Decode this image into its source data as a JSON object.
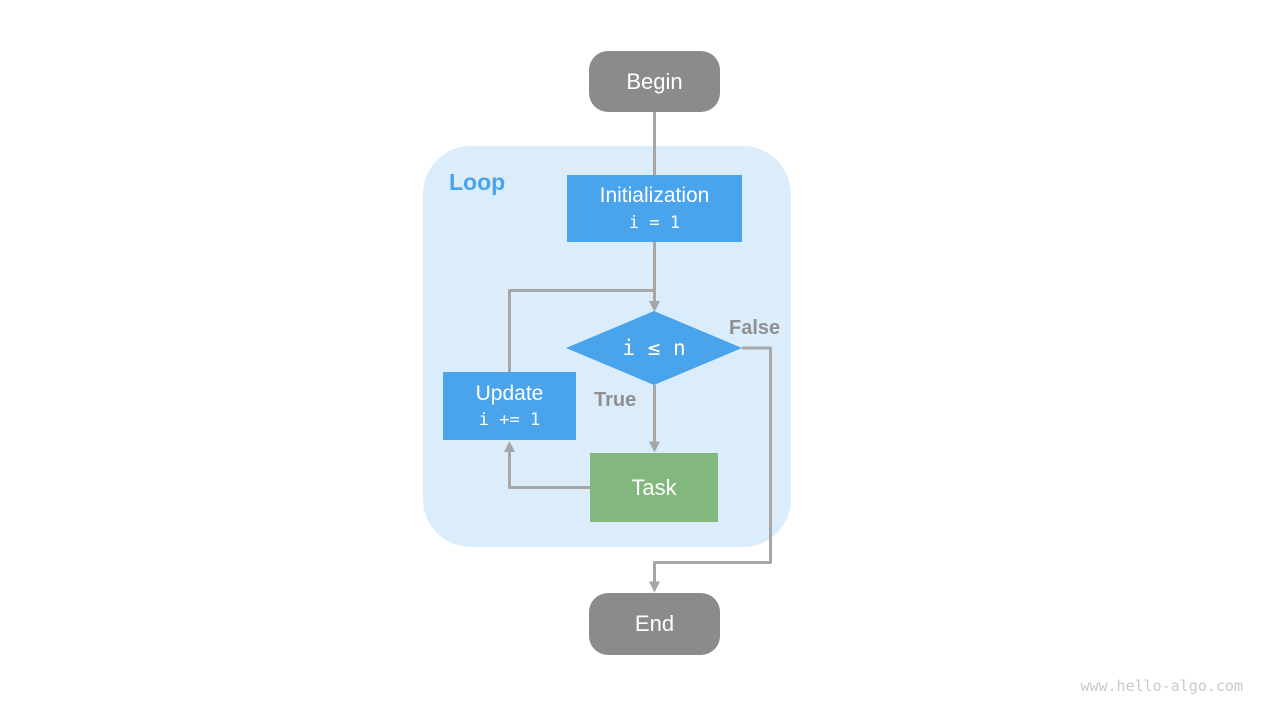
{
  "page": {
    "watermark": "www.hello-algo.com"
  },
  "colors": {
    "node_blue": "#49A4EC",
    "node_green": "#82B87E",
    "node_gray": "#8B8B8B",
    "loop_container_bg": "#DBECFA",
    "connector_gray": "#A6A6A6",
    "edge_label_gray": "#8F8F8F",
    "canvas_bg": "#ffffff"
  },
  "flowchart": {
    "loop_label": "Loop",
    "nodes": {
      "begin": {
        "label": "Begin"
      },
      "initialization": {
        "title": "Initialization",
        "code": "i = 1"
      },
      "condition": {
        "code": "i ≤ n"
      },
      "update": {
        "title": "Update",
        "code": "i += 1"
      },
      "task": {
        "label": "Task"
      },
      "end": {
        "label": "End"
      }
    },
    "edges": {
      "true_label": "True",
      "false_label": "False"
    }
  }
}
